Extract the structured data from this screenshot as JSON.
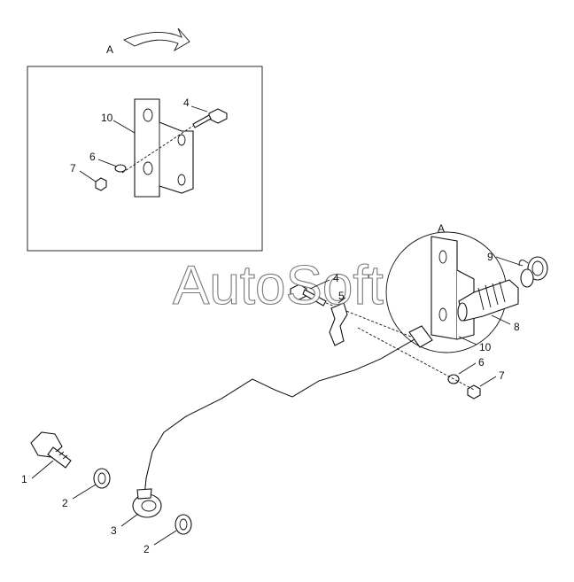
{
  "view_label": "A",
  "detail_view_label": "A",
  "watermark": "AutoSoft",
  "callouts": {
    "c1": "1",
    "c2a": "2",
    "c2b": "2",
    "c3": "3",
    "c4_detail": "4",
    "c4_main": "4",
    "c5": "5",
    "c6_detail": "6",
    "c6_main": "6",
    "c7_detail": "7",
    "c7_main": "7",
    "c8": "8",
    "c9": "9",
    "c10_detail": "10",
    "c10_main": "10"
  }
}
